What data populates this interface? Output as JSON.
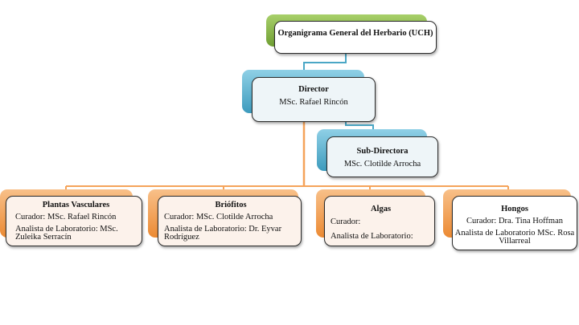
{
  "colors": {
    "green_accent": "#7aa83a",
    "blue_accent": "#4aa7c6",
    "orange_accent": "#f29a44",
    "connector_blue": "#4aa7c6",
    "connector_orange": "#f5a35a"
  },
  "root": {
    "title": "Organigrama General del Herbario (UCH)"
  },
  "director": {
    "title": "Director",
    "name": "MSc. Rafael Rincón"
  },
  "subdirector": {
    "title": "Sub-Directora",
    "name": "MSc. Clotilde Arrocha"
  },
  "units": [
    {
      "title": "Plantas Vasculares",
      "curator": "Curador: MSc. Rafael Rincón",
      "analyst": "Analista de Laboratorio: MSc. Zuleika Serracín"
    },
    {
      "title": "Briófitos",
      "curator": "Curador: MSc. Clotilde Arrocha",
      "analyst": "Analista de Laboratorio: Dr. Eyvar Rodríguez"
    },
    {
      "title": "Algas",
      "curator": "Curador:",
      "analyst": "Analista de Laboratorio:"
    },
    {
      "title": "Hongos",
      "curator": "Curador: Dra. Tina Hoffman",
      "analyst": "Analista de Laboratorio MSc. Rosa Villarreal"
    }
  ]
}
